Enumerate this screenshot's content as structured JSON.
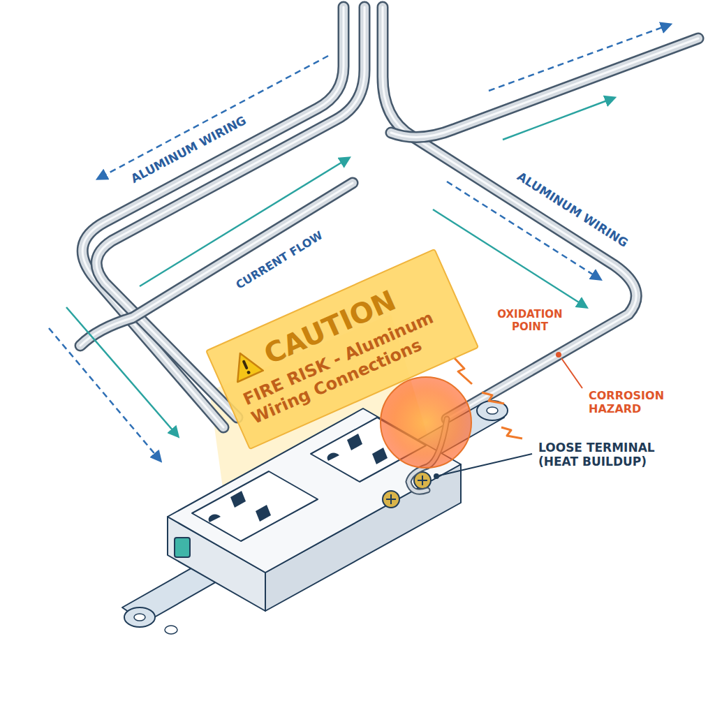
{
  "diagram": {
    "nodes": [
      {
        "text": [
          "CAUTION",
          "FIRE RISK - Aluminum Wiring Connections"
        ]
      }
    ],
    "labels": [
      "ALUMINUM WIRING",
      "ALUMINUM WIRING",
      "CURRENT FLOW",
      "OXIDATION POINT",
      "CORROSION HAZARD",
      "LOOSE TERMINAL (HEAT BUILDUP)"
    ]
  }
}
